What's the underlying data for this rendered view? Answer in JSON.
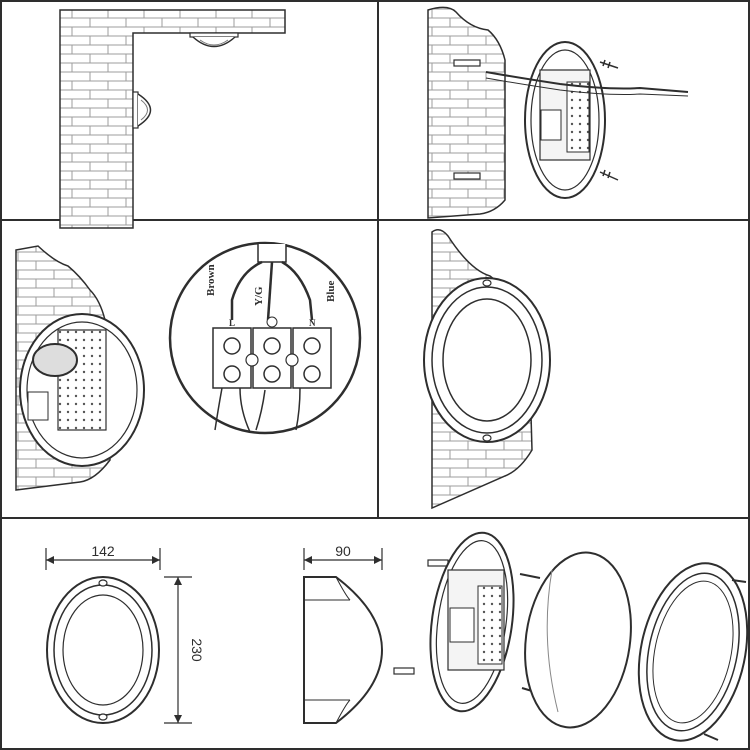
{
  "wiring": {
    "brown": "Brown",
    "yg": "Y/G",
    "blue": "Blue",
    "terminal_l": "L",
    "terminal_n": "N"
  },
  "dimensions": {
    "width": "142",
    "height": "230",
    "depth": "90"
  },
  "colors": {
    "line": "#2e2e2e",
    "brick_mortar": "#cfcfcf",
    "fill_grey": "#e9e9e9"
  }
}
